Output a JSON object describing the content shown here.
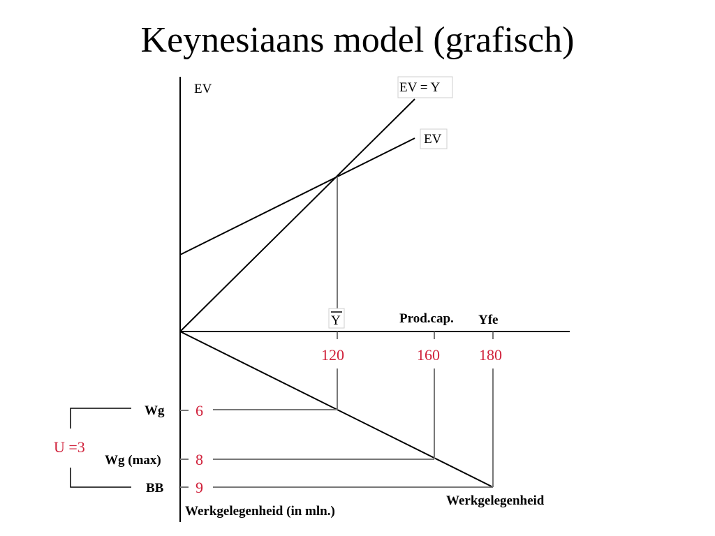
{
  "title": "Keynesiaans model (grafisch)",
  "diagram": {
    "upper_axis_label": "EV",
    "line_ev_eq_y_label": "EV = Y",
    "line_ev_label": "EV",
    "equilibrium_label": "Y",
    "prodcap_label": "Prod.cap.",
    "yfe_label": "Yfe",
    "x_ticks": [
      "120",
      "160",
      "180"
    ],
    "wg_label": "Wg",
    "wg_max_label": "Wg (max)",
    "bb_label": "BB",
    "wg_value": "6",
    "wg_max_value": "8",
    "bb_value": "9",
    "unemployment_label": "U =3",
    "lower_axis_label": "Werkgelegenheid (in mln.)",
    "employment_line_label": "Werkgelegenheid",
    "colors": {
      "line": "#000000",
      "guide": "#777777",
      "accent": "#d0203a"
    }
  }
}
